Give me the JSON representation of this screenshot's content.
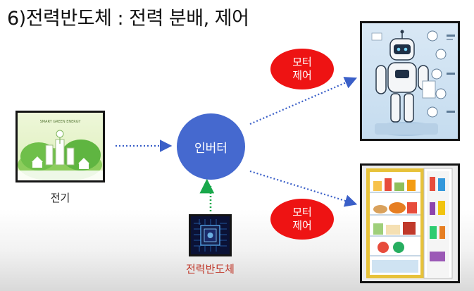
{
  "title": "6)전력반도체 : 전력 분배, 제어",
  "nodes": {
    "electricity": {
      "caption": "전기",
      "sign_text": "SMART GREEN ENERGY"
    },
    "inverter": {
      "label": "인버터"
    },
    "semiconductor": {
      "caption": "전력반도체"
    },
    "motor_control_top": {
      "line1": "모터",
      "line2": "제어"
    },
    "motor_control_bottom": {
      "line1": "모터",
      "line2": "제어"
    }
  },
  "colors": {
    "inverter": "#4569cf",
    "bubble": "#ee1313",
    "arrow_blue": "#3a5fc8",
    "arrow_green": "#19a84b",
    "semiconductor_caption": "#c0392b"
  }
}
